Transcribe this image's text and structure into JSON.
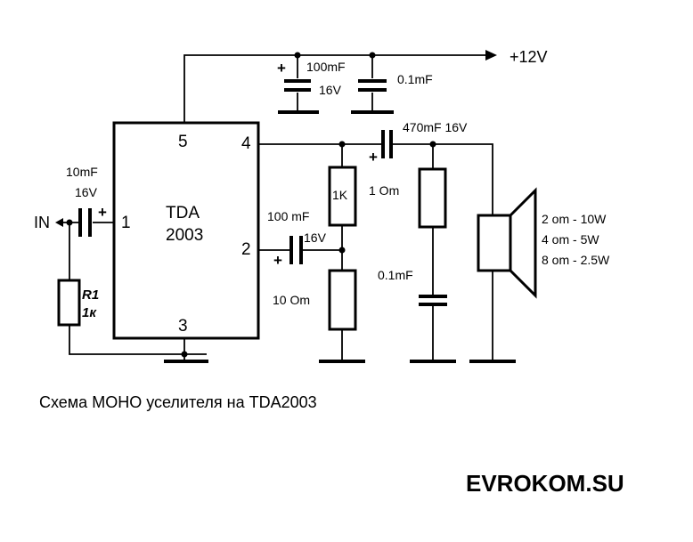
{
  "chip": {
    "name": "TDA",
    "model": "2003",
    "pins": {
      "p1": "1",
      "p2": "2",
      "p3": "3",
      "p4": "4",
      "p5": "5"
    }
  },
  "supply": {
    "label": "+12V"
  },
  "input": {
    "label": "IN"
  },
  "components": {
    "c_supply_big": {
      "value": "100mF",
      "voltage": "16V",
      "polarity": "+"
    },
    "c_supply_small": {
      "value": "0.1mF"
    },
    "c_out": {
      "value": "470mF 16V",
      "polarity": "+"
    },
    "c_in": {
      "value": "10mF",
      "voltage": "16V",
      "polarity": "+"
    },
    "r_fb1": {
      "value": "1K"
    },
    "c_fb": {
      "value": "100 mF",
      "voltage": "16V",
      "polarity": "+"
    },
    "r_fb2": {
      "value": "10 Om"
    },
    "r1": {
      "name": "R1",
      "value": "1к"
    },
    "r_zobel": {
      "value": "1 Om"
    },
    "c_zobel": {
      "value": "0.1mF"
    }
  },
  "speaker": {
    "ratings": [
      "2 om - 10W",
      "4 om - 5W",
      "8 om - 2.5W"
    ]
  },
  "caption": "Схема МОНО уселителя на TDA2003",
  "brand": "EVROKOM.SU"
}
